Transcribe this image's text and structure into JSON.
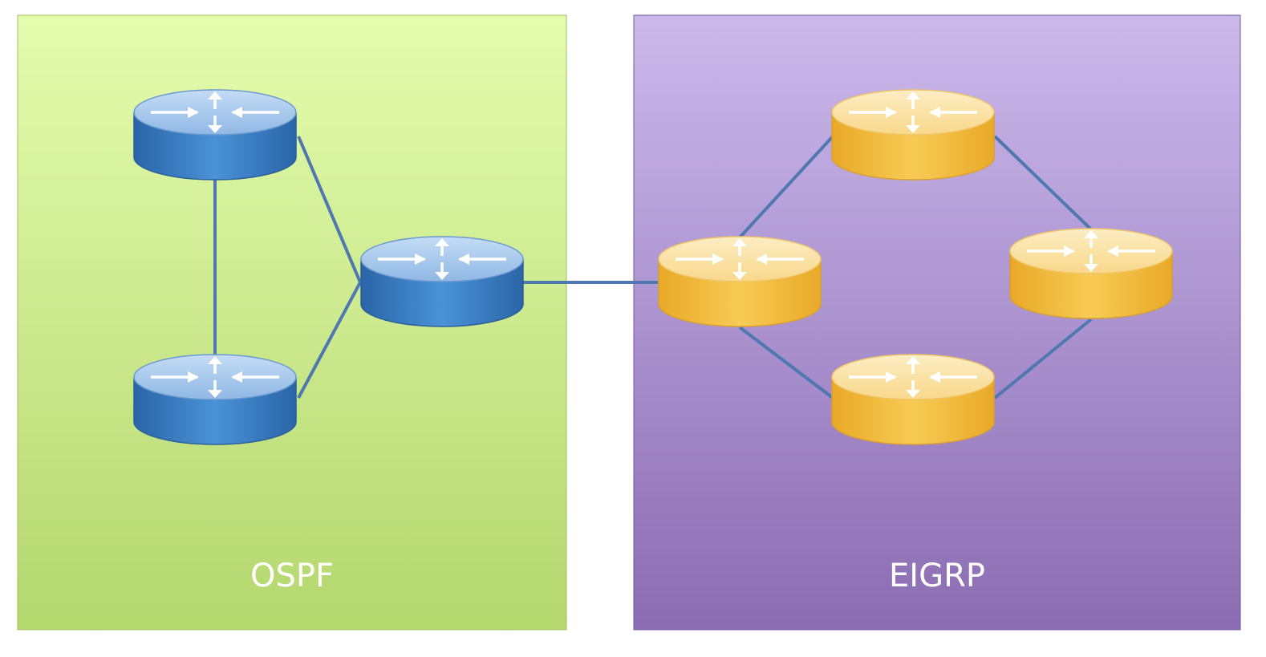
{
  "domains": {
    "ospf": {
      "label": "OSPF",
      "fill_top": "#e4fcae",
      "fill_bottom": "#b4d76e"
    },
    "eigrp": {
      "label": "EIGRP",
      "fill_top": "#cbb9eb",
      "fill_bottom": "#8b6cb2"
    }
  },
  "colors": {
    "link": "#4f78b0",
    "router_blue_top": "#a8c8ee",
    "router_blue_body": "#3b7cc0",
    "router_gold_top": "#fde3a0",
    "router_gold_body": "#f1b83a",
    "arrow": "#ffffff"
  },
  "routers": [
    {
      "id": "ospf-router-1",
      "domain": "ospf"
    },
    {
      "id": "ospf-router-2",
      "domain": "ospf"
    },
    {
      "id": "ospf-router-3",
      "domain": "ospf"
    },
    {
      "id": "eigrp-router-1",
      "domain": "eigrp"
    },
    {
      "id": "eigrp-router-2",
      "domain": "eigrp"
    },
    {
      "id": "eigrp-router-3",
      "domain": "eigrp"
    },
    {
      "id": "eigrp-router-4",
      "domain": "eigrp"
    }
  ],
  "links": [
    {
      "from": "ospf-router-1",
      "to": "ospf-router-2"
    },
    {
      "from": "ospf-router-1",
      "to": "ospf-router-3"
    },
    {
      "from": "ospf-router-2",
      "to": "ospf-router-3"
    },
    {
      "from": "ospf-router-3",
      "to": "eigrp-router-1"
    },
    {
      "from": "eigrp-router-1",
      "to": "eigrp-router-2"
    },
    {
      "from": "eigrp-router-2",
      "to": "eigrp-router-4"
    },
    {
      "from": "eigrp-router-4",
      "to": "eigrp-router-3"
    },
    {
      "from": "eigrp-router-3",
      "to": "eigrp-router-1"
    }
  ]
}
